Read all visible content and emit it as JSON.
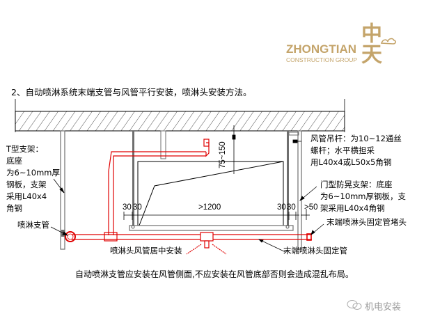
{
  "logo": {
    "brand_en": "ZHONGTIAN",
    "brand_sub": "CONSTRUCTION GROUP",
    "brand_cn": "中天",
    "color": "#c4a46a"
  },
  "diagram": {
    "title": "2、自动喷淋系统末端支管与风管平行安装，喷淋头安装方法。",
    "labels": {
      "t_support": [
        "T型支架：",
        "底座",
        "为6~10mm厚",
        "钢板，支架",
        "采用L40x4",
        "角钢"
      ],
      "sprinkler_branch": "喷淋支管",
      "duct_hanger": [
        "风管吊杆：为10~12通丝",
        "螺杆；水平横担采",
        "用L40x4或L50x5角钢"
      ],
      "door_support": [
        "门型防晃支架：底座",
        "为6~10mm厚钢板，支",
        "架采用L40x4角钢"
      ],
      "end_plug": "末端喷淋头固定管堵头",
      "head_center": "喷淋头风管居中安装",
      "end_fixed_pipe": "末端喷淋头固定管"
    },
    "dimensions": {
      "vertical": "75~150",
      "left_a": "30",
      "left_b": "30",
      "span": ">1200",
      "right_a": "30",
      "right_b": "30",
      "clearance": ">50"
    },
    "colors": {
      "pipe": "#e00000",
      "steel": "#6e6e6e",
      "line": "#000000"
    },
    "note": "自动喷淋支管应安装在风管侧面,不应安装在风管底部否则会造成混乱布局。"
  },
  "watermark": {
    "icon": "wechat-icon",
    "text": "机电安装"
  }
}
